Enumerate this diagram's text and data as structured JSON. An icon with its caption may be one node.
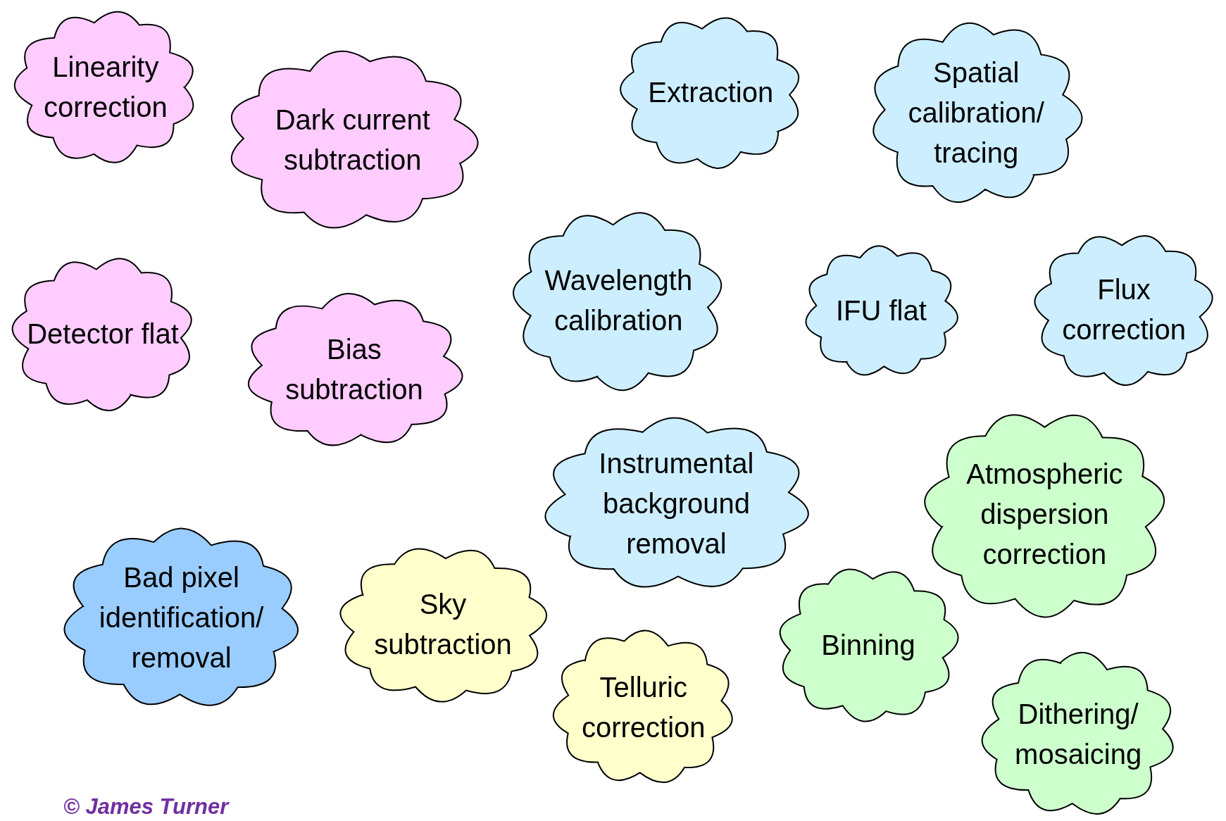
{
  "diagram": {
    "nodes": [
      {
        "text": [
          "Linearity correction"
        ]
      },
      {
        "text": [
          "Dark current subtraction"
        ]
      },
      {
        "text": [
          "Extraction"
        ]
      },
      {
        "text": [
          "Spatial calibration/ tracing"
        ]
      },
      {
        "text": [
          "Detector flat"
        ]
      },
      {
        "text": [
          "Bias subtraction"
        ]
      },
      {
        "text": [
          "Wavelength calibration"
        ]
      },
      {
        "text": [
          "IFU flat"
        ]
      },
      {
        "text": [
          "Flux correction"
        ]
      },
      {
        "text": [
          "Instrumental background removal"
        ]
      },
      {
        "text": [
          "Atmospheric dispersion correction"
        ]
      },
      {
        "text": [
          "Bad pixel identification/ removal"
        ]
      },
      {
        "text": [
          "Sky subtraction"
        ]
      },
      {
        "text": [
          "Telluric correction"
        ]
      },
      {
        "text": [
          "Binning"
        ]
      },
      {
        "text": [
          "Dithering/ mosaicing"
        ]
      }
    ],
    "edges": [],
    "labels": [
      "© James Turner"
    ]
  }
}
